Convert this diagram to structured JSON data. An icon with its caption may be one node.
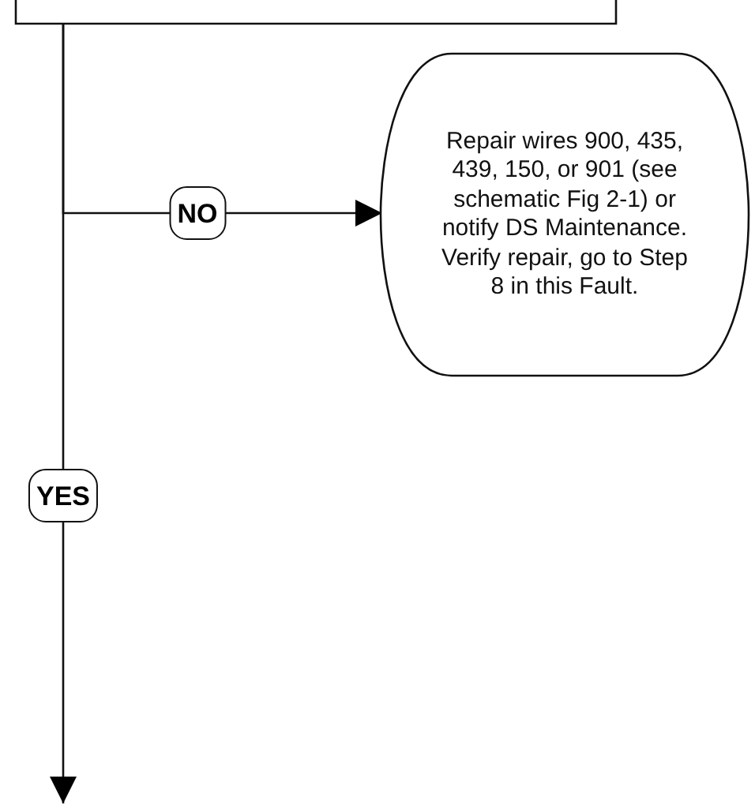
{
  "diagram": {
    "nodes": [
      {
        "text": [],
        "shape": "box"
      },
      {
        "text": [
          "Repair wires 900, 435, 439, 150, or 901 (see schematic Fig 2-1) or notify DS Maintenance. Verify repair, go to Step 8 in this Fault."
        ]
      }
    ],
    "edges": [
      {
        "from": 0,
        "to": 1,
        "arrow": "to",
        "label": "NO"
      },
      {
        "from": 0,
        "to": null,
        "arrow": "to",
        "label": "YES"
      }
    ]
  }
}
